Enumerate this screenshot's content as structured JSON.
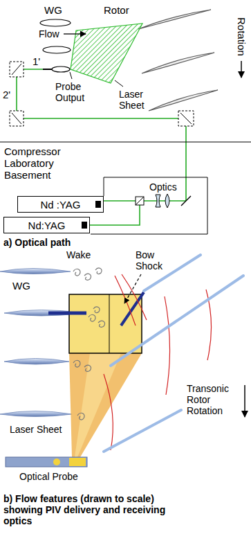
{
  "diagram": {
    "nodes": [
      {
        "text": [
          "Nd :YAG"
        ]
      },
      {
        "text": [
          "Nd:YAG"
        ]
      }
    ],
    "labels": [
      "WG",
      "Rotor",
      "Flow",
      "Rotation",
      "1'",
      "2'",
      "Probe Output",
      "Laser Sheet",
      "Compressor Laboratory Basement",
      "Optics",
      "a) Optical path",
      "Wake",
      "Bow Shock",
      "WG",
      "Transonic Rotor Rotation",
      "Laser Sheet",
      "Optical Probe",
      "b) Flow features (drawn to scale) showing PIV delivery and receiving optics"
    ]
  }
}
